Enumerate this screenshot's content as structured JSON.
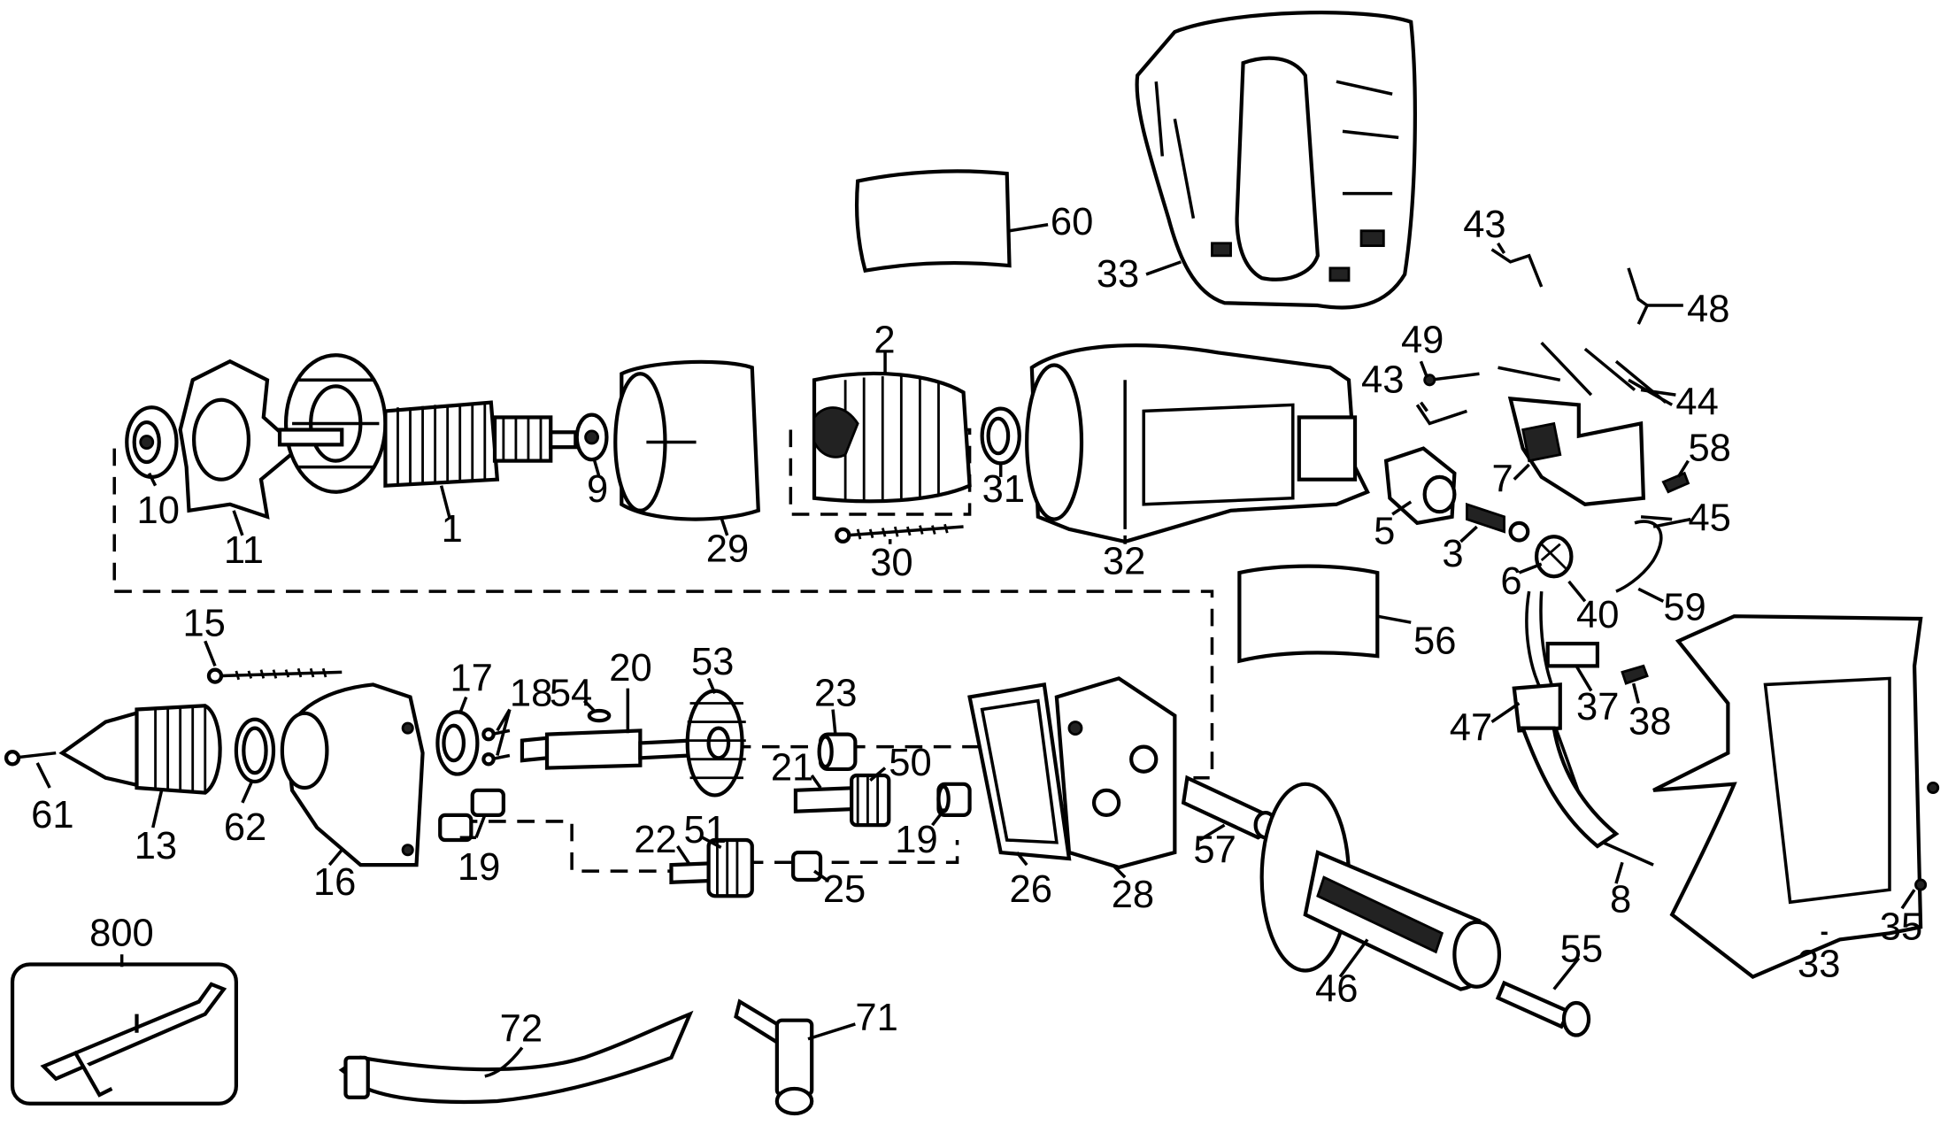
{
  "diagram": {
    "callouts": [
      {
        "id": "c800",
        "text": "800"
      },
      {
        "id": "c72",
        "text": "72"
      },
      {
        "id": "c71",
        "text": "71"
      },
      {
        "id": "c60",
        "text": "60"
      },
      {
        "id": "c33a",
        "text": "33"
      },
      {
        "id": "c33b",
        "text": "33"
      },
      {
        "id": "c43a",
        "text": "43"
      },
      {
        "id": "c43b",
        "text": "43"
      },
      {
        "id": "c48",
        "text": "48"
      },
      {
        "id": "c49",
        "text": "49"
      },
      {
        "id": "c44",
        "text": "44"
      },
      {
        "id": "c58",
        "text": "58"
      },
      {
        "id": "c7",
        "text": "7"
      },
      {
        "id": "c45",
        "text": "45"
      },
      {
        "id": "c59",
        "text": "59"
      },
      {
        "id": "c2",
        "text": "2"
      },
      {
        "id": "c10",
        "text": "10"
      },
      {
        "id": "c11",
        "text": "11"
      },
      {
        "id": "c1",
        "text": "1"
      },
      {
        "id": "c9",
        "text": "9"
      },
      {
        "id": "c29",
        "text": "29"
      },
      {
        "id": "c30",
        "text": "30"
      },
      {
        "id": "c31",
        "text": "31"
      },
      {
        "id": "c32",
        "text": "32"
      },
      {
        "id": "c5",
        "text": "5"
      },
      {
        "id": "c3",
        "text": "3"
      },
      {
        "id": "c6",
        "text": "6"
      },
      {
        "id": "c40",
        "text": "40"
      },
      {
        "id": "c56",
        "text": "56"
      },
      {
        "id": "c15",
        "text": "15"
      },
      {
        "id": "c17",
        "text": "17"
      },
      {
        "id": "c18",
        "text": "18"
      },
      {
        "id": "c54",
        "text": "54"
      },
      {
        "id": "c20",
        "text": "20"
      },
      {
        "id": "c53",
        "text": "53"
      },
      {
        "id": "c23",
        "text": "23"
      },
      {
        "id": "c21",
        "text": "21"
      },
      {
        "id": "c50",
        "text": "50"
      },
      {
        "id": "c19a",
        "text": "19"
      },
      {
        "id": "c19b",
        "text": "19"
      },
      {
        "id": "c22",
        "text": "22"
      },
      {
        "id": "c51",
        "text": "51"
      },
      {
        "id": "c25",
        "text": "25"
      },
      {
        "id": "c26",
        "text": "26"
      },
      {
        "id": "c28",
        "text": "28"
      },
      {
        "id": "c57",
        "text": "57"
      },
      {
        "id": "c61",
        "text": "61"
      },
      {
        "id": "c13",
        "text": "13"
      },
      {
        "id": "c62",
        "text": "62"
      },
      {
        "id": "c16",
        "text": "16"
      },
      {
        "id": "c47",
        "text": "47"
      },
      {
        "id": "c37",
        "text": "37"
      },
      {
        "id": "c38",
        "text": "38"
      },
      {
        "id": "c8",
        "text": "8"
      },
      {
        "id": "c35",
        "text": "35"
      },
      {
        "id": "c46",
        "text": "46"
      },
      {
        "id": "c55",
        "text": "55"
      }
    ]
  }
}
